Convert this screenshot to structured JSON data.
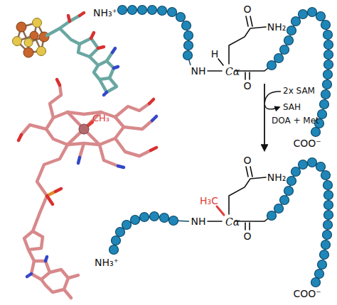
{
  "diagram": {
    "labels": [
      "NH₃⁺",
      "O",
      "NH₂",
      "H",
      "NH",
      "Cα",
      "O",
      "COO⁻",
      "CH₃",
      "2x SAM",
      "SAH",
      "DOA + Met",
      "O",
      "NH₂",
      "H₃C",
      "NH",
      "Cα",
      "O",
      "COO⁻",
      "NH₃⁺"
    ]
  }
}
